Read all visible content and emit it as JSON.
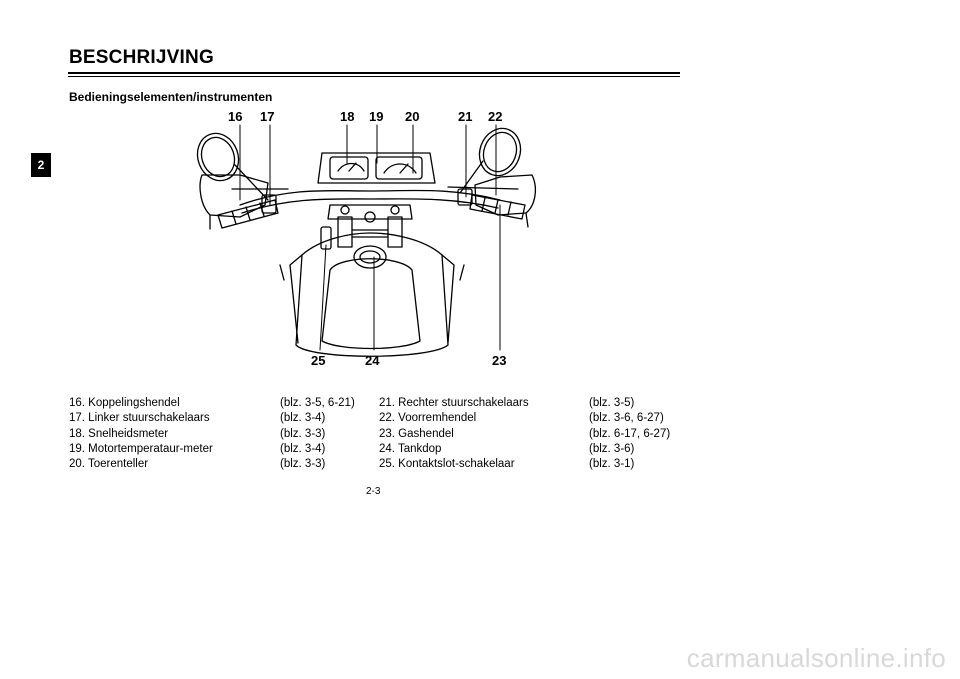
{
  "chapter_tab": "2",
  "page_title": "BESCHRIJVING",
  "section_title": "Bedieningselementen/instrumenten",
  "callouts": {
    "c16": "16",
    "c17": "17",
    "c18": "18",
    "c19": "19",
    "c20": "20",
    "c21": "21",
    "c22": "22",
    "c23": "23",
    "c24": "24",
    "c25": "25"
  },
  "legend_left": [
    {
      "label": "16. Koppelingshendel",
      "ref": "(blz. 3-5, 6-21)"
    },
    {
      "label": "17. Linker stuurschakelaars",
      "ref": "(blz. 3-4)"
    },
    {
      "label": "18. Snelheidsmeter",
      "ref": "(blz. 3-3)"
    },
    {
      "label": "19. Motortemperataur-meter",
      "ref": "(blz. 3-4)"
    },
    {
      "label": "20. Toerenteller",
      "ref": "(blz. 3-3)"
    }
  ],
  "legend_right": [
    {
      "label": "21. Rechter stuurschakelaars",
      "ref": "(blz. 3-5)"
    },
    {
      "label": "22. Voorremhendel",
      "ref": "(blz. 3-6, 6-27)"
    },
    {
      "label": "23. Gashendel",
      "ref": "(blz. 6-17, 6-27)"
    },
    {
      "label": "24. Tankdop",
      "ref": "(blz. 3-6)"
    },
    {
      "label": "25. Kontaktslot-schakelaar",
      "ref": "(blz. 3-1)"
    }
  ],
  "page_number": "2-3",
  "watermark": "carmanualsonline.info"
}
